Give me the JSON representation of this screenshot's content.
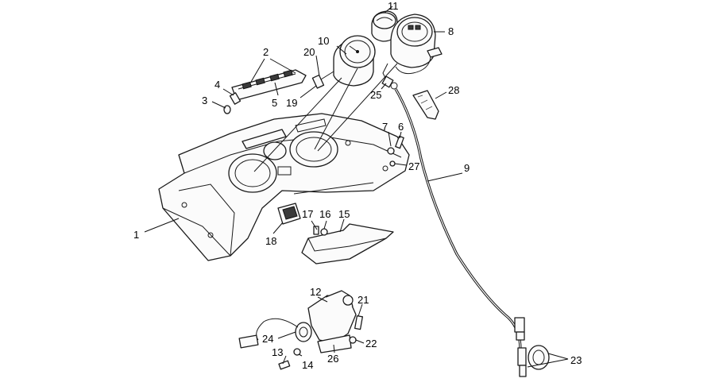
{
  "callouts": [
    {
      "id": "c1",
      "label": "1"
    },
    {
      "id": "c2",
      "label": "2"
    },
    {
      "id": "c3",
      "label": "3"
    },
    {
      "id": "c4",
      "label": "4"
    },
    {
      "id": "c5",
      "label": "5"
    },
    {
      "id": "c6",
      "label": "6"
    },
    {
      "id": "c7",
      "label": "7"
    },
    {
      "id": "c8",
      "label": "8"
    },
    {
      "id": "c9",
      "label": "9"
    },
    {
      "id": "c10",
      "label": "10"
    },
    {
      "id": "c11",
      "label": "11"
    },
    {
      "id": "c12",
      "label": "12"
    },
    {
      "id": "c13",
      "label": "13"
    },
    {
      "id": "c14",
      "label": "14"
    },
    {
      "id": "c15",
      "label": "15"
    },
    {
      "id": "c16",
      "label": "16"
    },
    {
      "id": "c17",
      "label": "17"
    },
    {
      "id": "c18",
      "label": "18"
    },
    {
      "id": "c19",
      "label": "19"
    },
    {
      "id": "c20",
      "label": "20"
    },
    {
      "id": "c21",
      "label": "21"
    },
    {
      "id": "c22",
      "label": "22"
    },
    {
      "id": "c23",
      "label": "23"
    },
    {
      "id": "c24",
      "label": "24"
    },
    {
      "id": "c25",
      "label": "25"
    },
    {
      "id": "c26",
      "label": "26"
    },
    {
      "id": "c27",
      "label": "27"
    },
    {
      "id": "c28",
      "label": "28"
    }
  ]
}
